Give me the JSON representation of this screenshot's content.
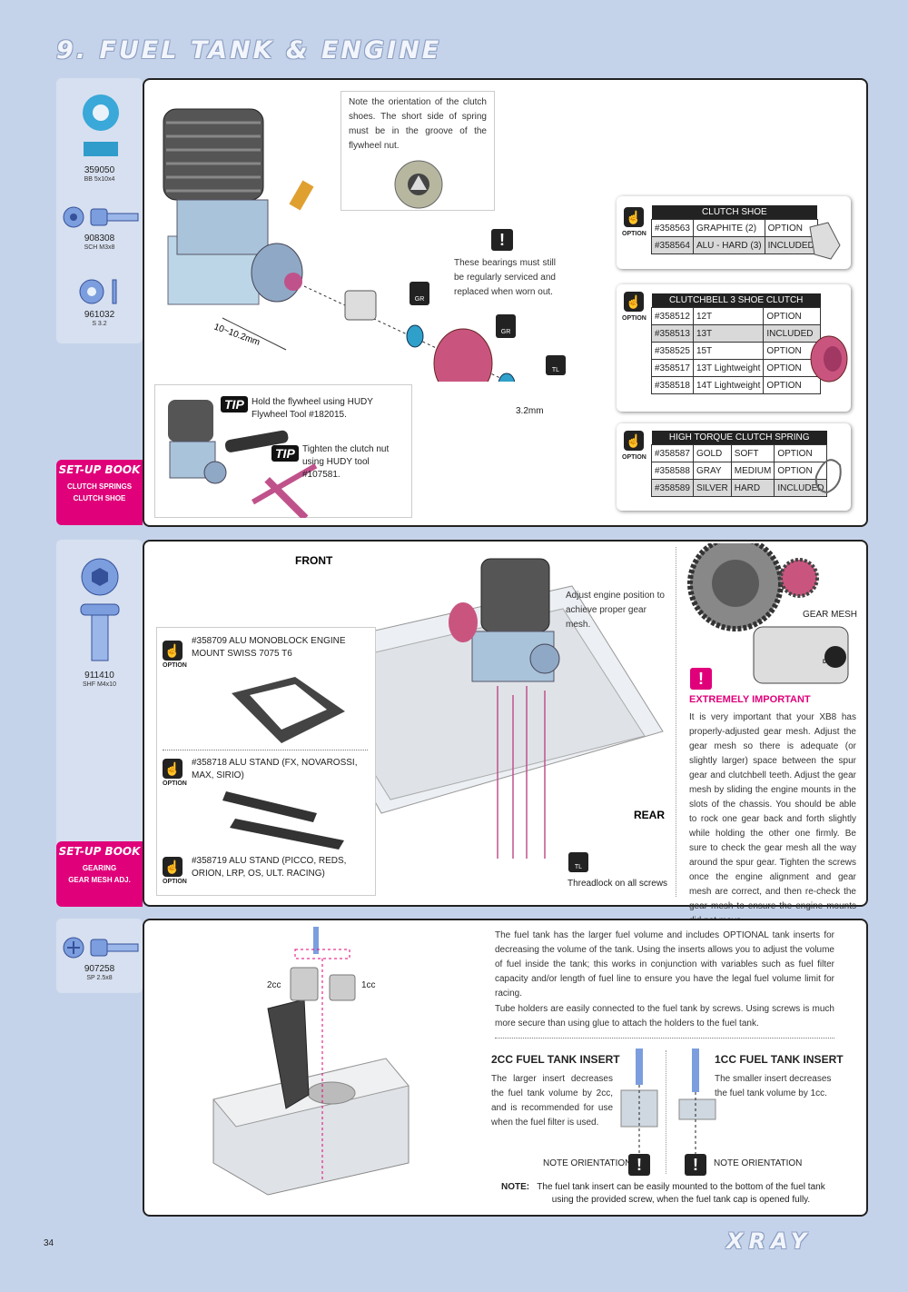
{
  "title": "9. FUEL TANK & ENGINE",
  "page_number": "34",
  "brand": "XRAY",
  "sidebar1": {
    "parts": [
      {
        "code": "359050",
        "desc": "BB 5x10x4"
      },
      {
        "code": "908308",
        "desc": "SCH M3x8"
      },
      {
        "code": "961032",
        "desc": "S 3.2"
      }
    ],
    "setup_title": "SET-UP BOOK",
    "setup_lines": [
      "CLUTCH SPRINGS",
      "CLUTCH SHOE"
    ]
  },
  "sidebar2": {
    "parts": [
      {
        "code": "911410",
        "desc": "SHF M4x10"
      }
    ],
    "setup_title": "SET-UP BOOK",
    "setup_lines": [
      "GEARING",
      "GEAR MESH ADJ."
    ]
  },
  "sidebar3": {
    "parts": [
      {
        "code": "907258",
        "desc": "SP 2.5x8"
      }
    ]
  },
  "panel1": {
    "clutch_note": "Note the orientation of the clutch shoes. The short side of spring must be in the groove of the flywheel nut.",
    "bearing_note": "These bearings must still be regularly serviced and replaced when worn out.",
    "dim1": "10~10.2mm",
    "dim2": "3.2mm",
    "gr_label": "GR",
    "tl_label": "TL",
    "tip_label": "TIP",
    "tip1": "Hold the flywheel using HUDY Flywheel Tool #182015.",
    "tip2": "Tighten the clutch nut using HUDY tool #107581.",
    "option_label": "OPTION",
    "clutch_shoe": {
      "header": "CLUTCH SHOE",
      "rows": [
        [
          "#358563",
          "GRAPHITE (2)",
          "OPTION"
        ],
        [
          "#358564",
          "ALU - HARD (3)",
          "INCLUDED"
        ]
      ]
    },
    "clutchbell": {
      "header": "CLUTCHBELL 3 SHOE CLUTCH",
      "rows": [
        [
          "#358512",
          "12T",
          "OPTION"
        ],
        [
          "#358513",
          "13T",
          "INCLUDED"
        ],
        [
          "#358525",
          "15T",
          "OPTION"
        ],
        [
          "#358517",
          "13T Lightweight",
          "OPTION"
        ],
        [
          "#358518",
          "14T Lightweight",
          "OPTION"
        ]
      ]
    },
    "spring": {
      "header": "HIGH TORQUE CLUTCH SPRING",
      "rows": [
        [
          "#358587",
          "GOLD",
          "SOFT",
          "OPTION"
        ],
        [
          "#358588",
          "GRAY",
          "MEDIUM",
          "OPTION"
        ],
        [
          "#358589",
          "SILVER",
          "HARD",
          "INCLUDED"
        ]
      ]
    }
  },
  "panel2": {
    "front": "FRONT",
    "rear": "REAR",
    "adjust_note": "Adjust engine position to achieve proper gear mesh.",
    "option_label": "OPTION",
    "opt1": "#358709 ALU MONOBLOCK ENGINE MOUNT SWISS 7075 T6",
    "opt2": "#358718 ALU STAND (FX, NOVAROSSI, MAX, SIRIO)",
    "opt3": "#358719 ALU STAND (PICCO, REDS, ORION, LRP, OS, ULT. RACING)",
    "threadlock": "Threadlock on all screws",
    "tl_label": "TL",
    "gear_mesh": "GEAR MESH",
    "detail": "DETAIL",
    "important_title": "EXTREMELY IMPORTANT",
    "important_text": "It is very important that your XB8 has properly-adjusted gear mesh. Adjust the gear mesh so there is adequate (or slightly larger) space between the spur gear and clutchbell teeth. Adjust the gear mesh by sliding the engine mounts in the slots of the chassis. You should be able to rock one gear back and forth slightly while holding the other one firmly. Be sure to check the gear mesh all the way around the spur gear. Tighten the screws once the engine alignment and gear mesh are correct, and then re-check the gear mesh to ensure the engine mounts did not move."
  },
  "panel3": {
    "label_2cc": "2cc",
    "label_1cc": "1cc",
    "intro1": "The fuel tank has the larger fuel volume and includes OPTIONAL tank inserts for decreasing the volume of the tank. Using the inserts allows you to adjust the volume of fuel inside the tank; this works in conjunction with variables such as fuel filter capacity and/or length of fuel line to ensure you have the legal fuel volume limit for racing.",
    "intro2": "Tube holders are easily connected to the fuel tank by screws. Using screws is much more secure than using glue to attach the holders to the fuel tank.",
    "insert2_title": "2CC FUEL TANK INSERT",
    "insert2_text": "The larger insert decreases the fuel tank volume by 2cc, and is recommended for use when the fuel filter is used.",
    "insert1_title": "1CC FUEL TANK INSERT",
    "insert1_text": "The smaller insert decreases the fuel tank volume by 1cc.",
    "note_orientation": "NOTE ORIENTATION",
    "note_label": "NOTE:",
    "note_text": "The fuel tank insert can be easily mounted to the bottom of the fuel tank using the provided screw, when the fuel tank cap is opened fully."
  }
}
